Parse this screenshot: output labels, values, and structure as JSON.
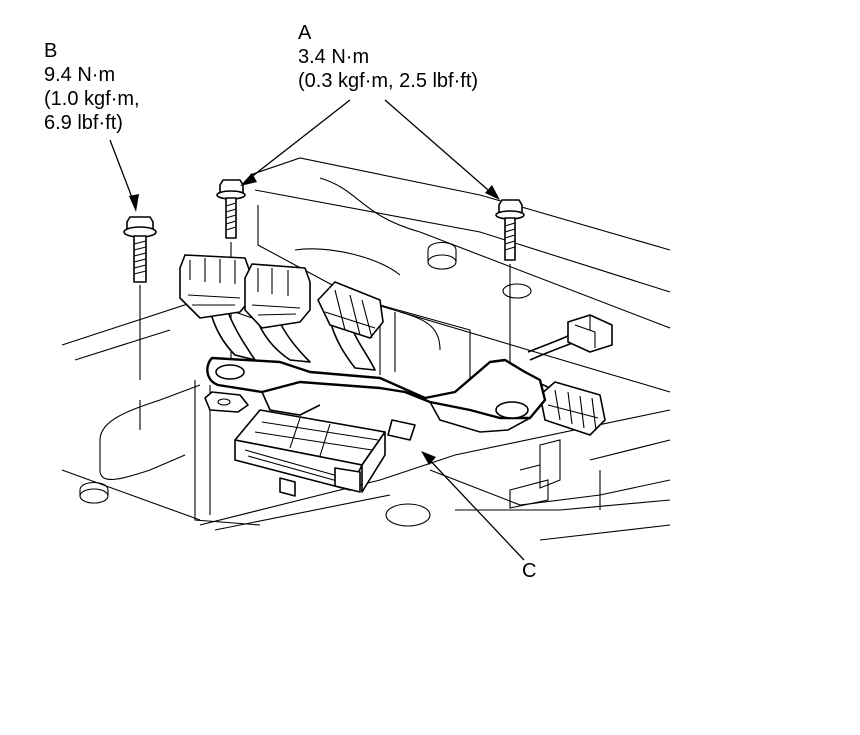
{
  "callouts": {
    "b": {
      "letter": "B",
      "torque": "9.4 N·m",
      "torque_alt_1": "(1.0 kgf·m,",
      "torque_alt_2": "6.9 lbf·ft)"
    },
    "a": {
      "letter": "A",
      "torque": "3.4 N·m",
      "torque_alt": "(0.3 kgf·m, 2.5 lbf·ft)"
    },
    "c": {
      "letter": "C"
    }
  },
  "colors": {
    "line": "#000000",
    "background": "#ffffff"
  }
}
